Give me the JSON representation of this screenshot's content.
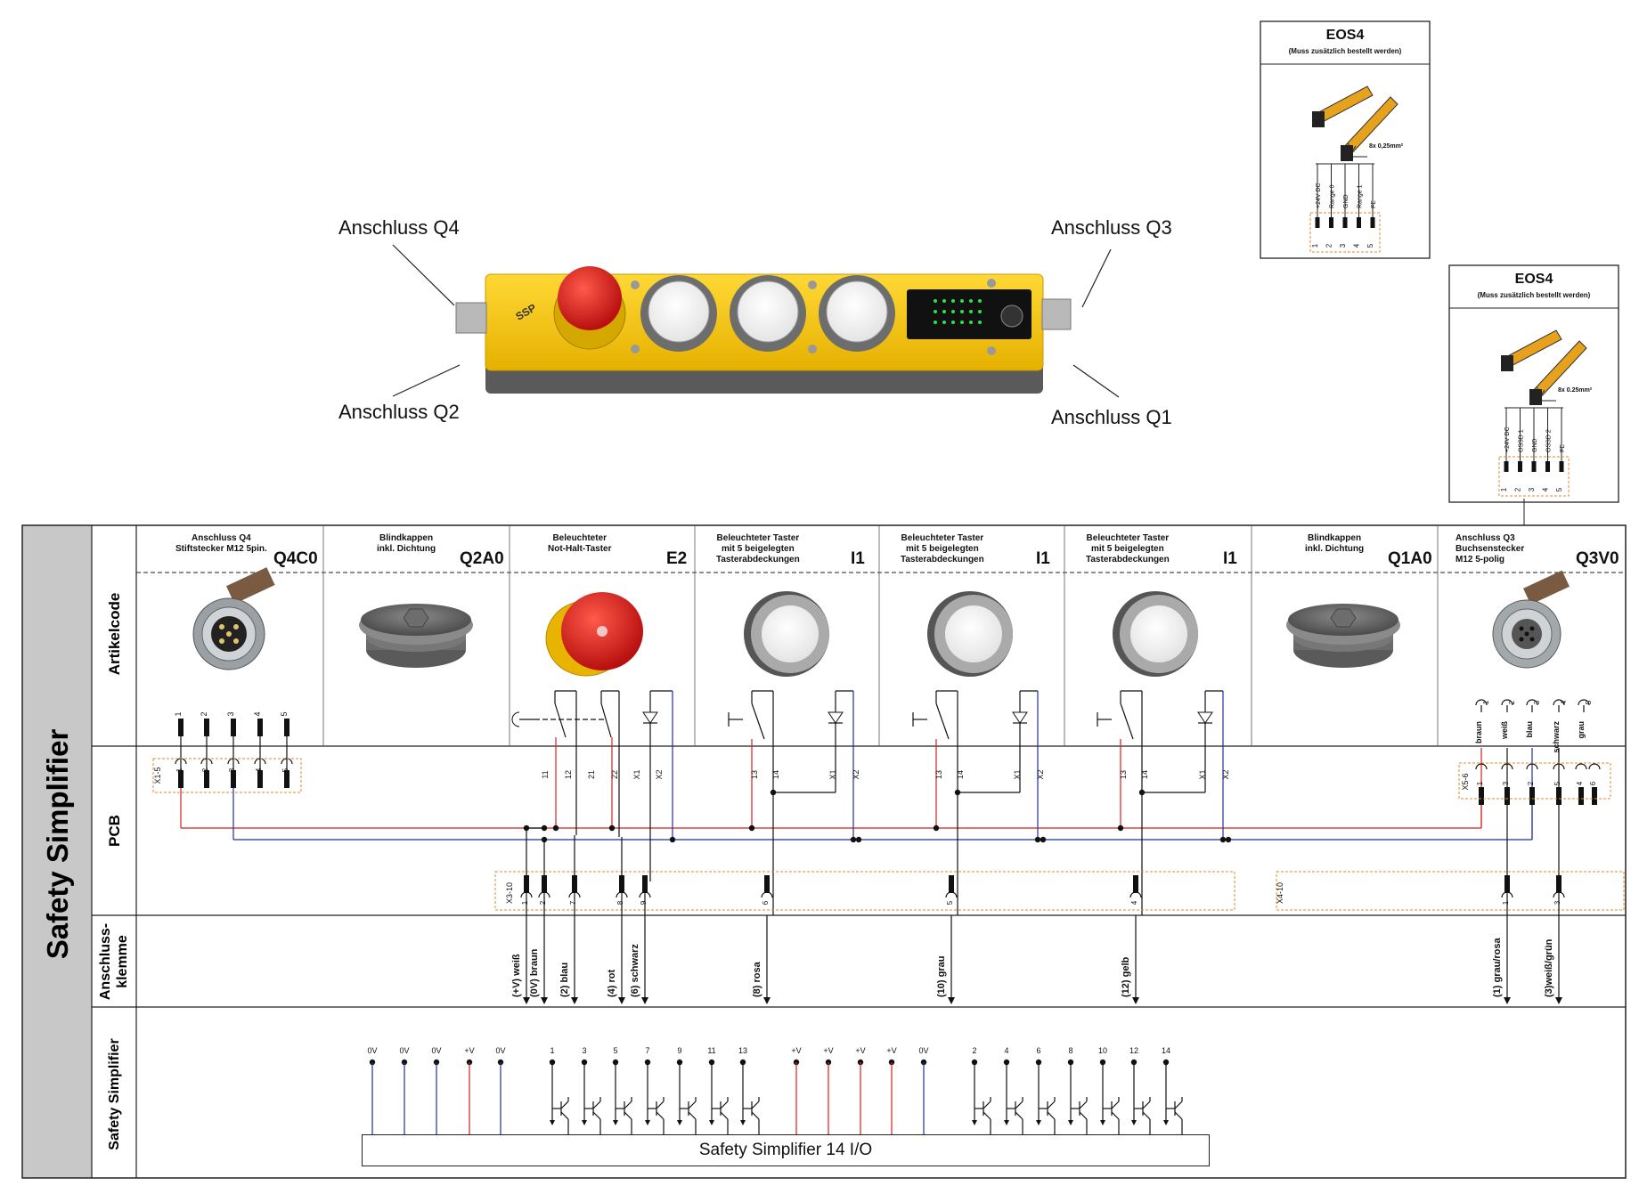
{
  "device": {
    "name": "Safety Simplifier",
    "connectors": {
      "q4": "Anschluss Q4",
      "q3": "Anschluss Q3",
      "q2": "Anschluss Q2",
      "q1": "Anschluss Q1"
    }
  },
  "eos_boxes": [
    {
      "title": "EOS4",
      "subtitle": "(Muss zusätzlich bestellt werden)",
      "wire": "8x 0,25mm²",
      "pins": [
        "+24V DC",
        "Range 0",
        "GND",
        "Range 1",
        "FE"
      ],
      "numbers": [
        "1",
        "2",
        "3",
        "4",
        "5"
      ]
    },
    {
      "title": "EOS4",
      "subtitle": "(Muss zusätzlich bestellt werden)",
      "wire": "8x 0.25mm²",
      "pins": [
        "+24V DC",
        "OSSD 1",
        "GND",
        "OSSD 2",
        "FE"
      ],
      "numbers": [
        "1",
        "2",
        "3",
        "4",
        "5"
      ]
    }
  ],
  "rows": {
    "artikelcode": "Artikelcode",
    "pcb": "PCB",
    "klemme": "Anschluss-\nklemme",
    "simplifier": "Safety Simplifier"
  },
  "columns": [
    {
      "desc": "Anschluss Q4\nStiftstecker M12 5pin.",
      "code": "Q4C0",
      "icon": "m12-male-connector-icon"
    },
    {
      "desc": "Blindkappen\ninkl. Dichtung",
      "code": "Q2A0",
      "icon": "blind-cap-icon"
    },
    {
      "desc": "Beleuchteter\nNot-Halt-Taster",
      "code": "E2",
      "icon": "emergency-stop-icon"
    },
    {
      "desc": "Beleuchteter Taster\nmit 5 beigelegten\nTasterabdeckungen",
      "code": "I1",
      "icon": "illuminated-button-icon"
    },
    {
      "desc": "Beleuchteter Taster\nmit 5 beigelegten\nTasterabdeckungen",
      "code": "I1",
      "icon": "illuminated-button-icon"
    },
    {
      "desc": "Beleuchteter Taster\nmit 5 beigelegten\nTasterabdeckungen",
      "code": "I1",
      "icon": "illuminated-button-icon"
    },
    {
      "desc": "Blindkappen\ninkl. Dichtung",
      "code": "Q1A0",
      "icon": "blind-cap-icon"
    },
    {
      "desc": "Anschluss Q3\nBuchsenstecker\nM12 5-polig",
      "code": "Q3V0",
      "icon": "m12-female-connector-icon"
    }
  ],
  "q4_pins": [
    "1",
    "2",
    "3",
    "4",
    "5"
  ],
  "x1_label": "X1-5",
  "e2_terminals": [
    "11",
    "12",
    "21",
    "22",
    "X1",
    "X2"
  ],
  "i1_terminals": [
    "13",
    "14",
    "X1",
    "X2"
  ],
  "q3_pins": [
    "1",
    "2",
    "3",
    "4",
    "5"
  ],
  "q3_colors": [
    "braun",
    "weiß",
    "blau",
    "schwarz",
    "grau"
  ],
  "x5_label": "X5-6",
  "x5_numbers": [
    "1",
    "3",
    "2",
    "5",
    "4",
    "6"
  ],
  "x3_label": "X3-10",
  "x3_numbers": [
    "1",
    "2",
    "7",
    "8",
    "9",
    "6",
    "5",
    "4"
  ],
  "x4_label": "X4-10",
  "x4_numbers": [
    "1",
    "3"
  ],
  "klemme_wires": [
    "(+V) weiß",
    "(0V) braun",
    "(2) blau",
    "(4) rot",
    "(6) schwarz",
    "(8) rosa",
    "(10) grau",
    "(12) gelb",
    "(1) grau/rosa",
    "(3)weiß/grün"
  ],
  "simplifier_pins_left": [
    "0V",
    "0V",
    "0V",
    "+V",
    "0V"
  ],
  "simplifier_pins_odd": [
    "1",
    "3",
    "5",
    "7",
    "9",
    "11",
    "13"
  ],
  "simplifier_pins_mid": [
    "+V",
    "+V",
    "+V",
    "+V",
    "0V"
  ],
  "simplifier_pins_even": [
    "2",
    "4",
    "6",
    "8",
    "10",
    "12",
    "14"
  ],
  "simplifier_box": "Safety Simplifier 14 I/O",
  "colors": {
    "red": "#d42020",
    "blue": "#1f2f9c",
    "yellow": "#f2c418",
    "orange": "#e08a2e",
    "sidebar": "#c8c8c8"
  }
}
